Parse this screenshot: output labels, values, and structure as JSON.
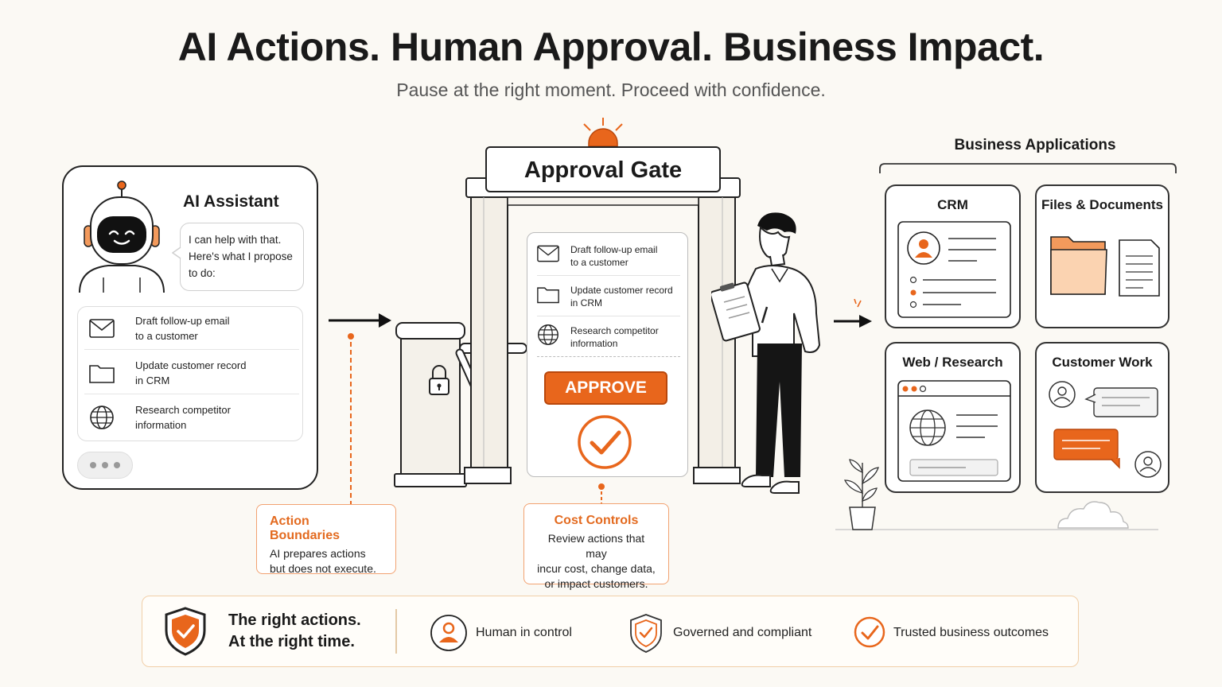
{
  "header": {
    "title": "AI Actions. Human Approval. Business Impact.",
    "subtitle": "Pause at the right moment. Proceed with confidence."
  },
  "assistant": {
    "title": "AI Assistant",
    "bubble_line1": "I can help with that.",
    "bubble_line2": "Here's what I propose",
    "bubble_line3": "to do:",
    "tasks": [
      {
        "line1": "Draft follow-up email",
        "line2": "to a customer",
        "icon": "envelope-icon"
      },
      {
        "line1": "Update customer record",
        "line2": "in CRM",
        "icon": "folder-icon"
      },
      {
        "line1": "Research competitor",
        "line2": "information",
        "icon": "globe-icon"
      }
    ]
  },
  "callouts": {
    "action_title": "Action Boundaries",
    "action_line1": "AI prepares actions",
    "action_line2": "but does not execute.",
    "cost_title": "Cost Controls",
    "cost_line1": "Review actions that may",
    "cost_line2": "incur cost, change data,",
    "cost_line3": "or impact customers."
  },
  "gate": {
    "title": "Approval Gate",
    "approve_label": "APPROVE",
    "tasks": [
      {
        "line1": "Draft follow-up email",
        "line2": "to a customer"
      },
      {
        "line1": "Update customer record",
        "line2": "in CRM"
      },
      {
        "line1": "Research competitor",
        "line2": "information"
      }
    ]
  },
  "apps": {
    "title": "Business Applications",
    "crm": "CRM",
    "files": "Files & Documents",
    "web": "Web / Research",
    "customer": "Customer Work"
  },
  "footer": {
    "tagline1": "The right actions.",
    "tagline2": "At the right time.",
    "feature1": "Human in control",
    "feature2": "Governed and compliant",
    "feature3": "Trusted business outcomes"
  },
  "colors": {
    "accent": "#e8661c",
    "ink": "#1a1a1a",
    "background": "#fbf9f4"
  }
}
